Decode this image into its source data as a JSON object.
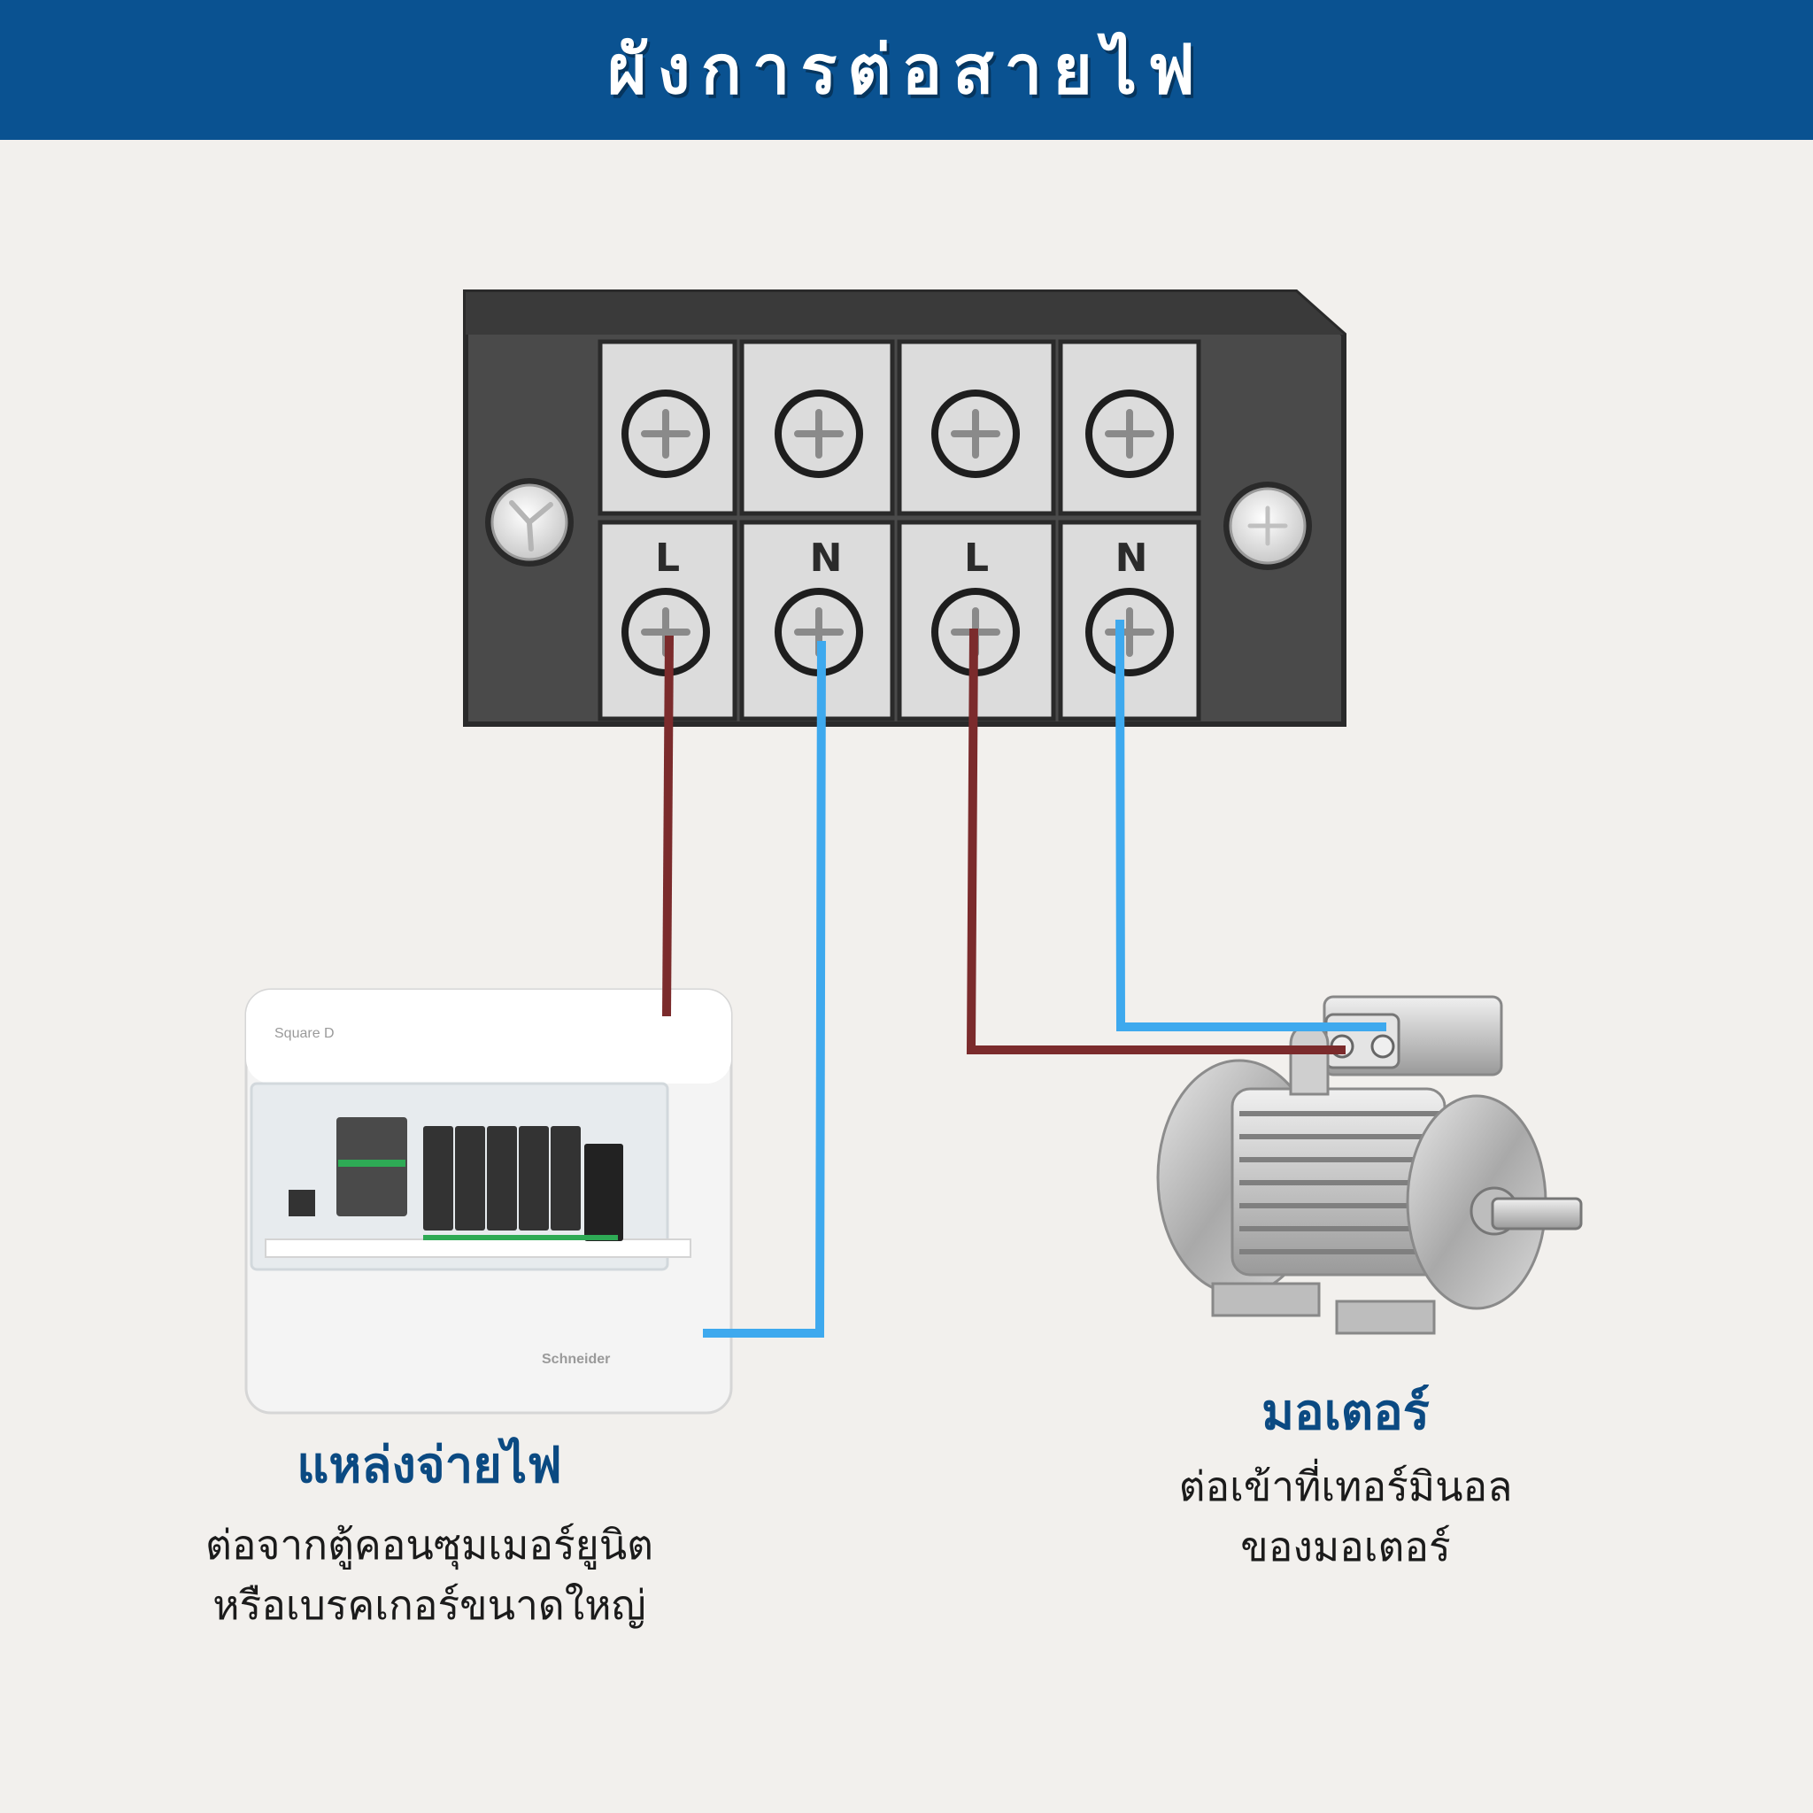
{
  "header": {
    "title": "ผังการต่อสายไฟ"
  },
  "terminal_block": {
    "labels": [
      "L",
      "N",
      "L",
      "N"
    ]
  },
  "source": {
    "title": "แหล่งจ่ายไฟ",
    "desc_line1": "ต่อจากตู้คอนซุมเมอร์ยูนิต",
    "desc_line2": "หรือเบรคเกอร์ขนาดใหญ่",
    "panel_brand": "Square D",
    "panel_maker": "Schneider"
  },
  "motor": {
    "title": "มอเตอร์",
    "desc_line1": "ต่อเข้าที่เทอร์มินอล",
    "desc_line2": "ของมอเตอร์"
  },
  "colors": {
    "header_bg": "#0a5291",
    "live_wire": "#7b2b2c",
    "neutral_wire": "#3ea9ee",
    "title_text": "#0b4a82"
  },
  "icons": [
    "screw-plus-icon",
    "mount-screw-icon"
  ]
}
